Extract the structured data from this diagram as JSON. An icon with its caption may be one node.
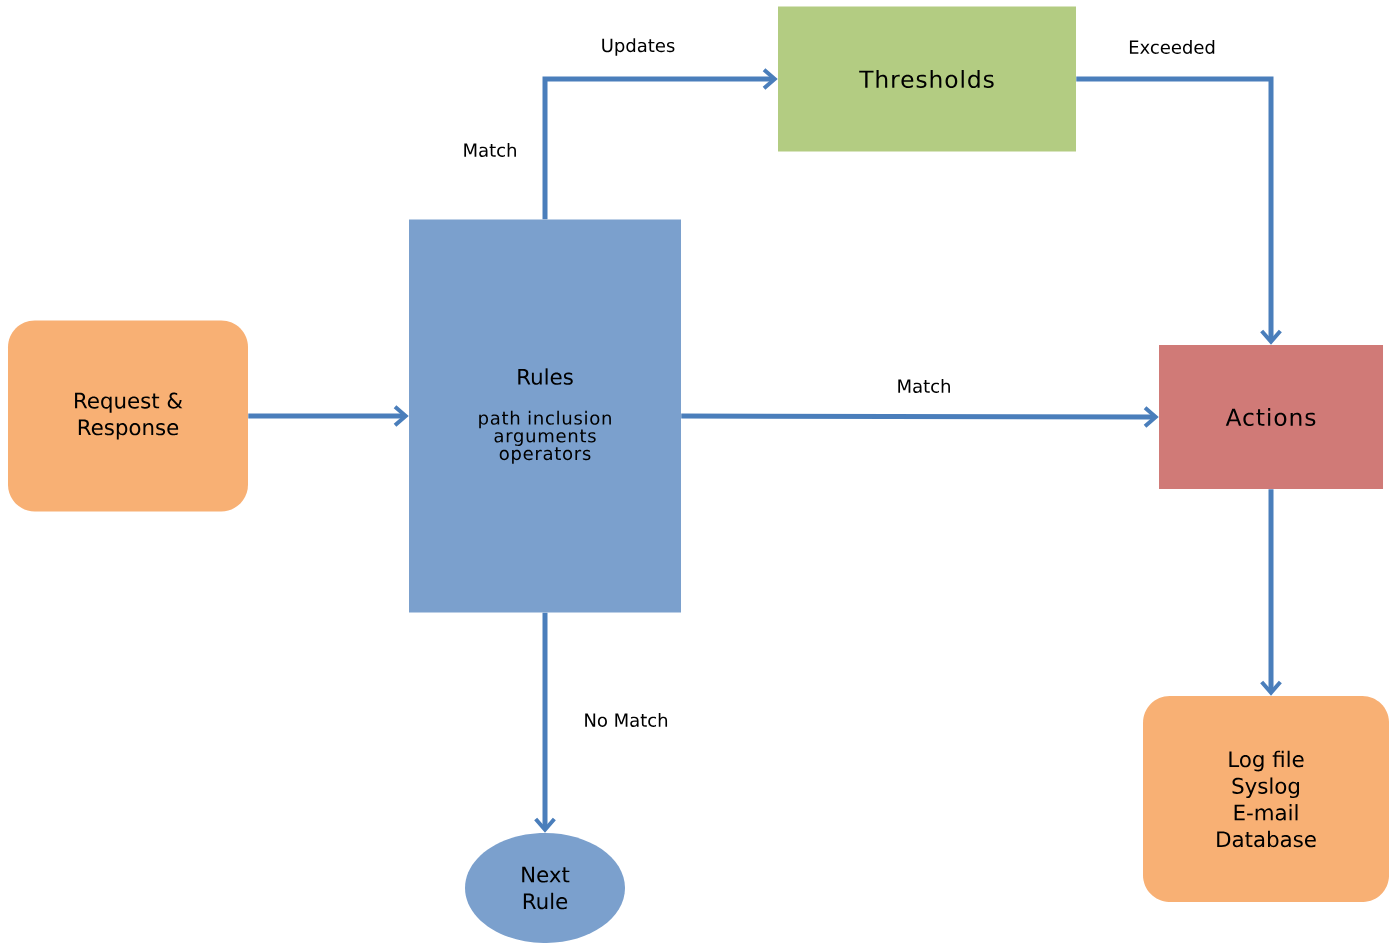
{
  "diagram": {
    "nodes": [
      {
        "text": [
          "Request & Response"
        ]
      },
      {
        "text": [
          "Rules",
          "path inclusion arguments operators"
        ]
      },
      {
        "text": [
          "Thresholds"
        ]
      },
      {
        "text": [
          "Actions"
        ]
      },
      {
        "text": [
          "Log file Syslog E-mail Database"
        ]
      },
      {
        "text": [
          "Next Rule"
        ]
      }
    ],
    "edges": [
      {
        "from": 0,
        "to": 1,
        "arrow": "to"
      },
      {
        "from": 1,
        "to": 2,
        "arrow": "to",
        "label": "Match"
      },
      {
        "from": 2,
        "to": 3,
        "arrow": "to",
        "label": "Exceeded"
      },
      {
        "from": 1,
        "to": 3,
        "arrow": "to",
        "label": "Match"
      },
      {
        "from": 3,
        "to": 4,
        "arrow": "to"
      },
      {
        "from": 1,
        "to": 5,
        "arrow": "to",
        "label": "No Match"
      }
    ],
    "labels": [
      "Updates"
    ]
  }
}
